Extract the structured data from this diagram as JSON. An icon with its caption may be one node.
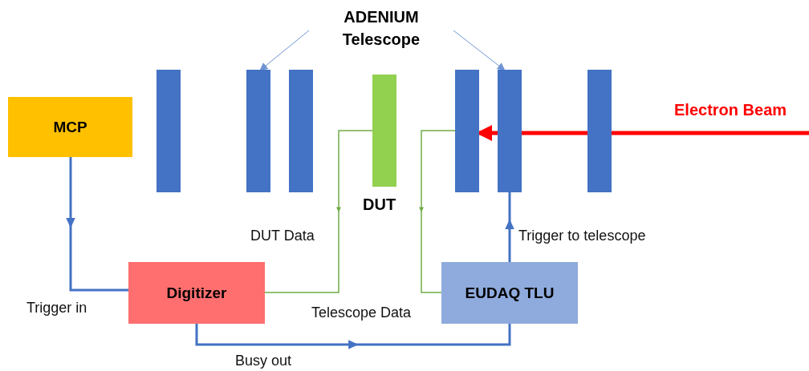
{
  "diagram": {
    "nodes": [
      {
        "text": [
          "ADENIUM Telescope"
        ]
      },
      {
        "text": [],
        "shape": "bar"
      },
      {
        "text": [],
        "shape": "bar"
      },
      {
        "text": [],
        "shape": "bar"
      },
      {
        "text": [],
        "shape": "bar"
      },
      {
        "text": [],
        "shape": "bar"
      },
      {
        "text": [],
        "shape": "bar"
      },
      {
        "text": [],
        "shape": "bar",
        "beside": [
          "DUT"
        ]
      },
      {
        "text": [
          "MCP"
        ]
      },
      {
        "text": [
          "Digitizer"
        ]
      },
      {
        "text": [
          "EUDAQ TLU"
        ]
      }
    ],
    "edges": [
      {
        "from": 0,
        "to": 2,
        "arrow": "to",
        "color": "#6f94d4"
      },
      {
        "from": 0,
        "to": 5,
        "arrow": "to",
        "color": "#6f94d4"
      },
      {
        "from": 8,
        "to": 9,
        "arrow": "to",
        "label": "Trigger in"
      },
      {
        "from": 7,
        "to": 9,
        "arrow": "to",
        "label": "DUT Data",
        "color": "#70ad47"
      },
      {
        "from": 4,
        "to": 10,
        "arrow": "to",
        "label": "Telescope Data",
        "color": "#70ad47"
      },
      {
        "from": 10,
        "to": 5,
        "arrow": "to",
        "label": "Trigger to telescope"
      },
      {
        "from": 9,
        "to": 10,
        "arrow": "to",
        "label": "Busy out"
      },
      {
        "from": null,
        "to": 4,
        "arrow": "to",
        "label": "Electron Beam",
        "style": "thick",
        "color": "#ff0000"
      }
    ]
  }
}
